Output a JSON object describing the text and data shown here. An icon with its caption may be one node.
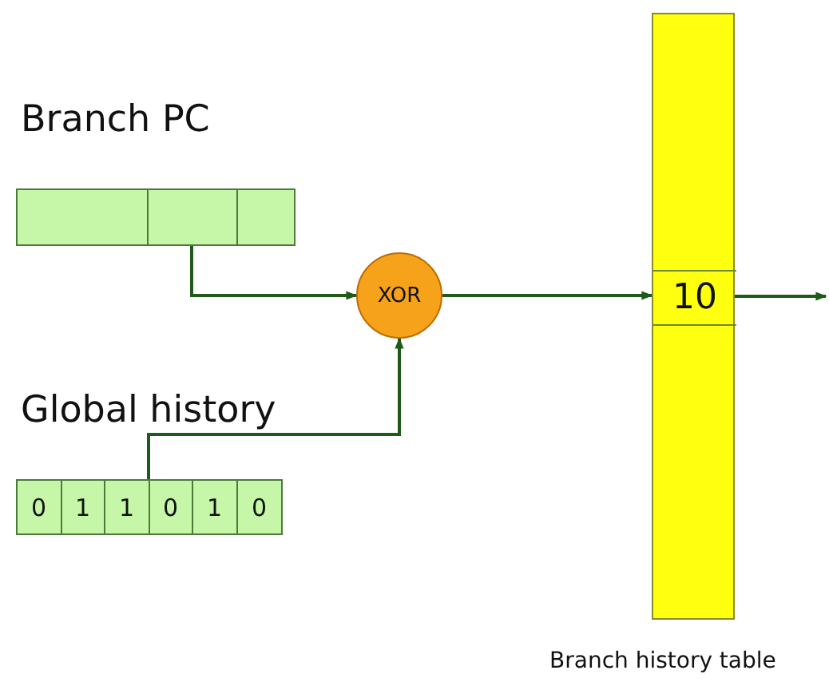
{
  "diagram": {
    "nodes": [
      {
        "text": [
          "Branch PC"
        ]
      },
      {
        "text": [],
        "shape": "box",
        "in": 0
      },
      {
        "text": [],
        "shape": "box",
        "in": 0
      },
      {
        "text": [],
        "shape": "box",
        "in": 0
      },
      {
        "text": [
          "Global history"
        ]
      },
      {
        "text": [
          "0"
        ],
        "in": 4
      },
      {
        "text": [
          "1"
        ],
        "in": 4
      },
      {
        "text": [
          "1"
        ],
        "in": 4
      },
      {
        "text": [
          "0"
        ],
        "in": 4
      },
      {
        "text": [
          "1"
        ],
        "in": 4
      },
      {
        "text": [
          "0"
        ],
        "in": 4
      },
      {
        "text": [
          "XOR"
        ]
      },
      {
        "text": [],
        "shape": "box",
        "beside": [
          "Branch history table"
        ]
      },
      {
        "text": [
          "10"
        ],
        "in": 12
      }
    ],
    "edges": [
      {
        "from": 2,
        "to": 11,
        "arrow": "to"
      },
      {
        "from": 4,
        "to": 11,
        "arrow": "to"
      },
      {
        "from": 11,
        "to": 13,
        "arrow": "to"
      },
      {
        "from": 13,
        "to": null,
        "arrow": "to"
      }
    ]
  }
}
